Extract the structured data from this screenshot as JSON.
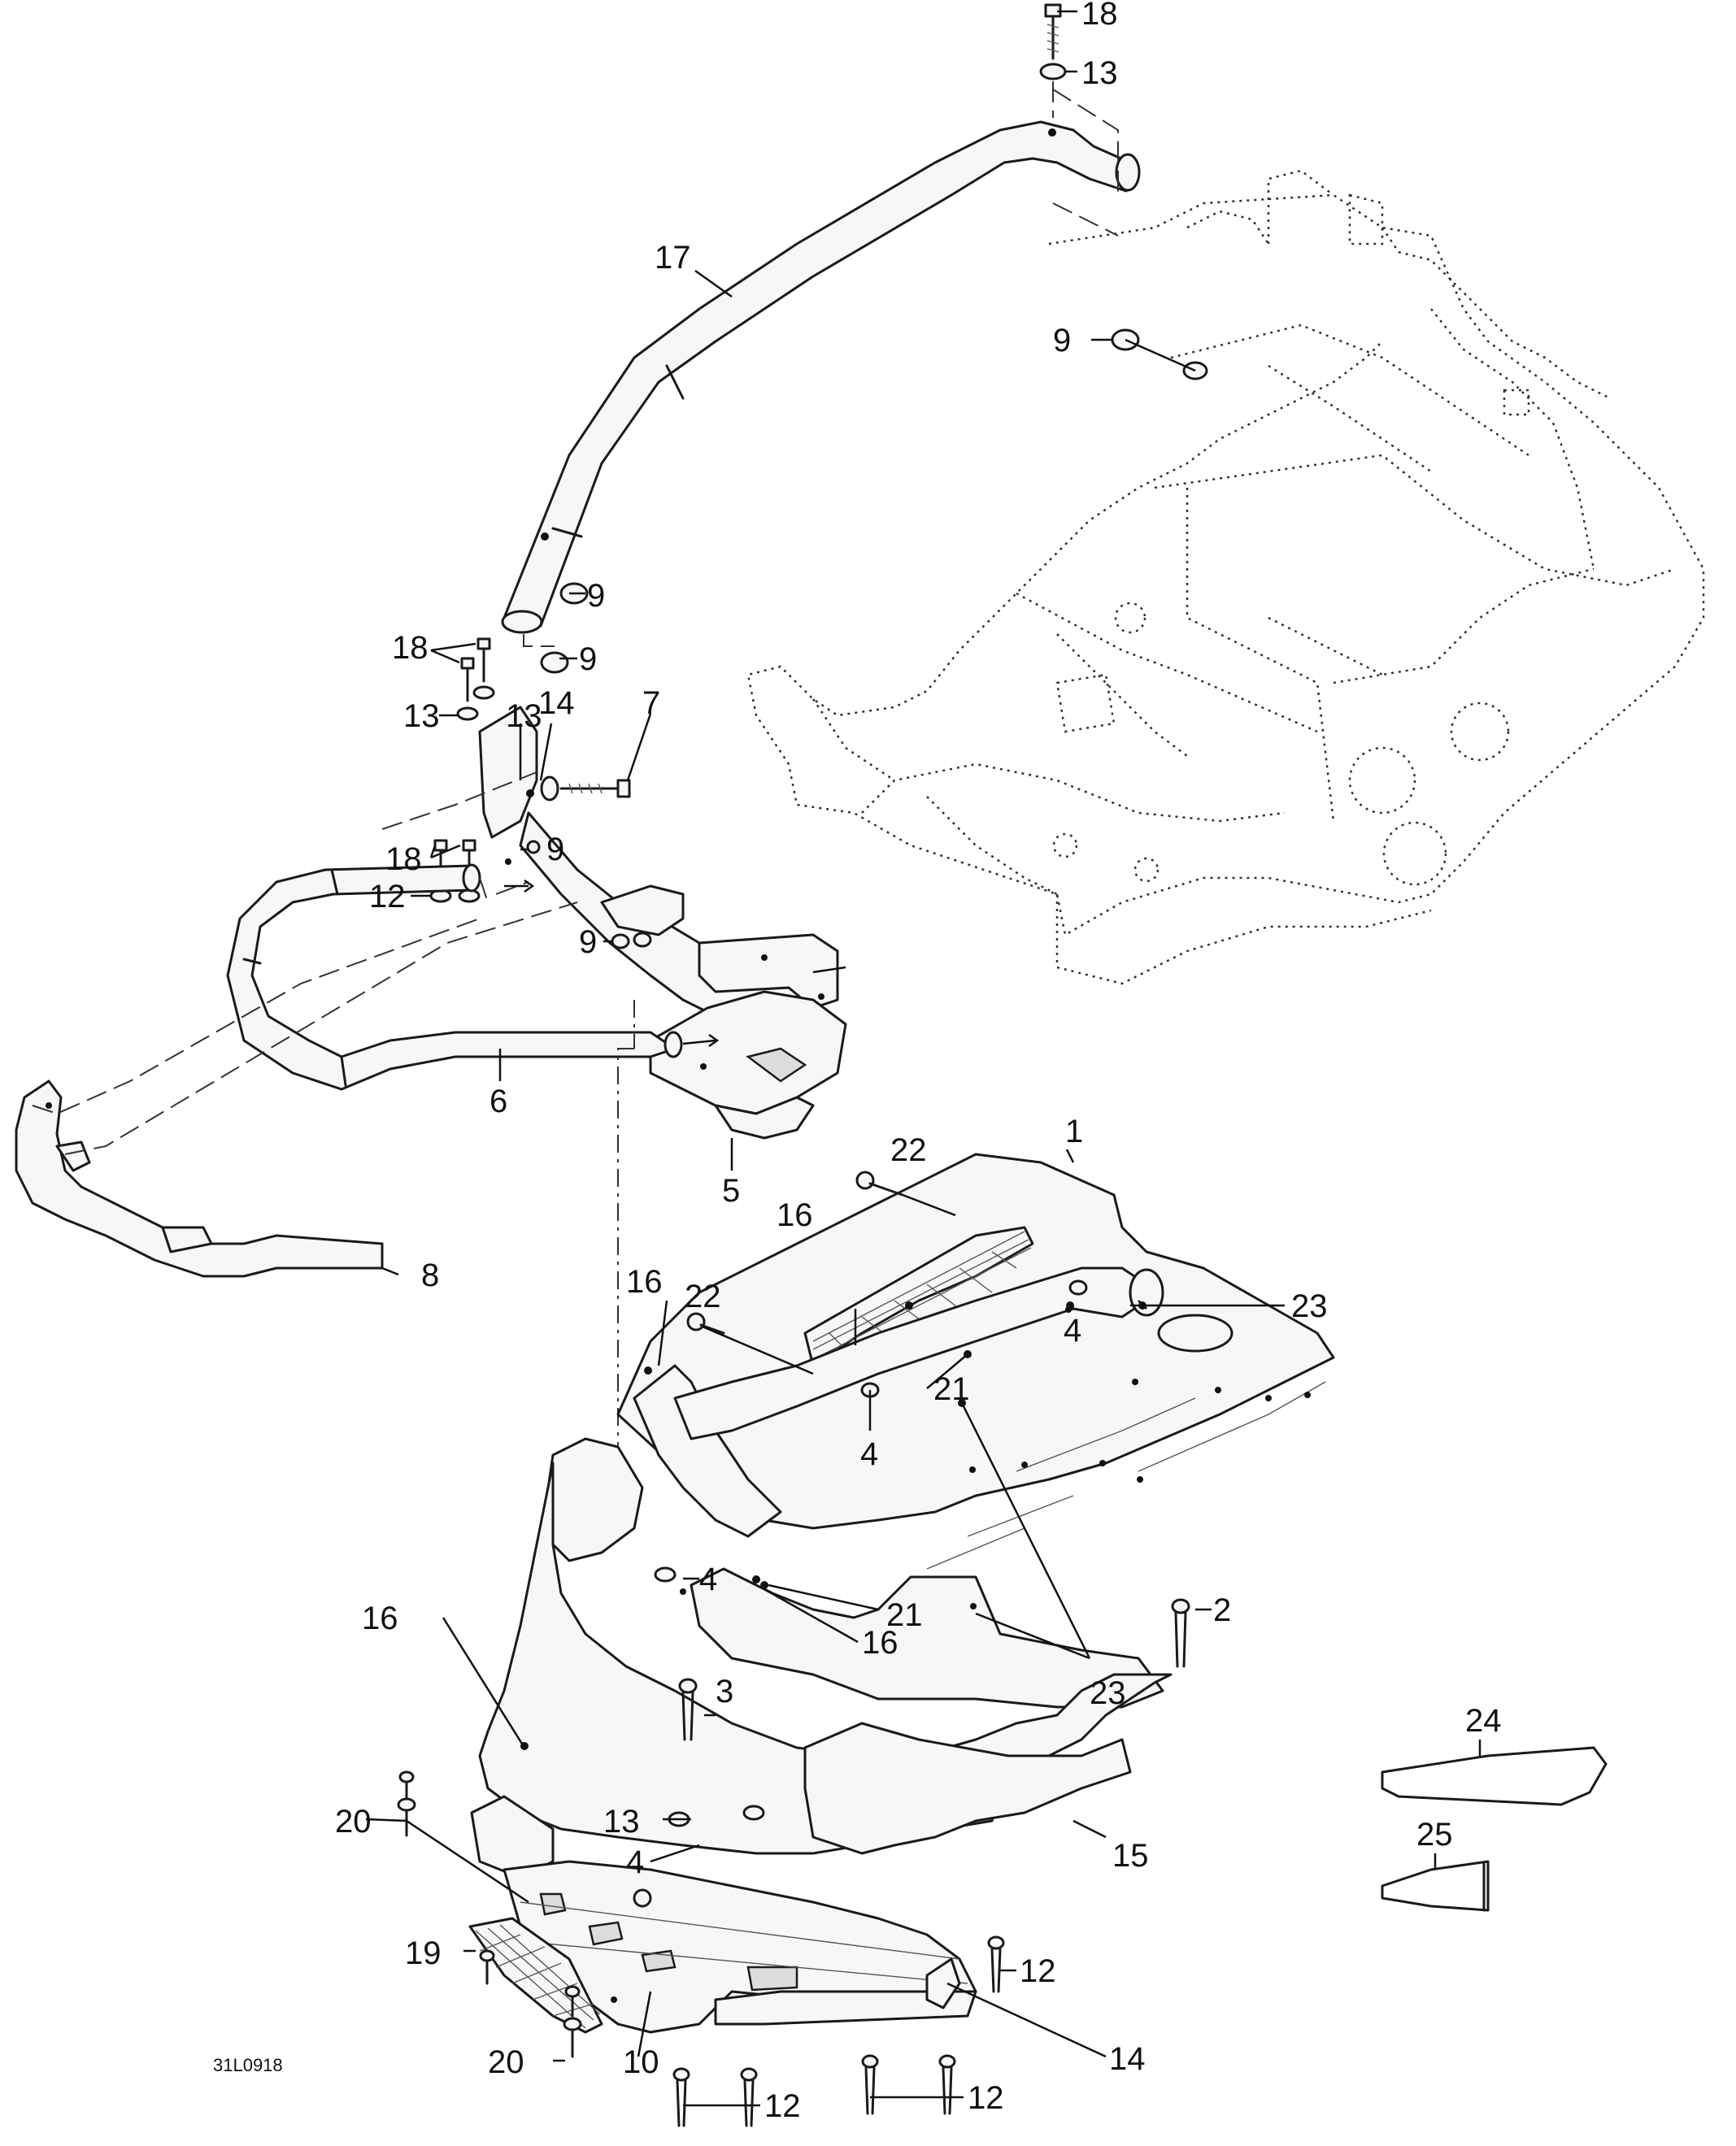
{
  "figure_code": "31L0918",
  "callouts": {
    "c1": "1",
    "c2": "2",
    "c3": "3",
    "c4": "4",
    "c5": "5",
    "c6": "6",
    "c7": "7",
    "c8": "8",
    "c9": "9",
    "c10": "10",
    "c12": "12",
    "c13": "13",
    "c14": "14",
    "c15": "15",
    "c16": "16",
    "c17": "17",
    "c18": "18",
    "c19": "19",
    "c20": "20",
    "c21": "21",
    "c22": "22",
    "c23": "23",
    "c24": "24",
    "c25": "25"
  },
  "colors": {
    "line": "#1a1a1a",
    "panel": "#f7f7f7",
    "shade": "#dcdcdc",
    "background": "#ffffff"
  }
}
